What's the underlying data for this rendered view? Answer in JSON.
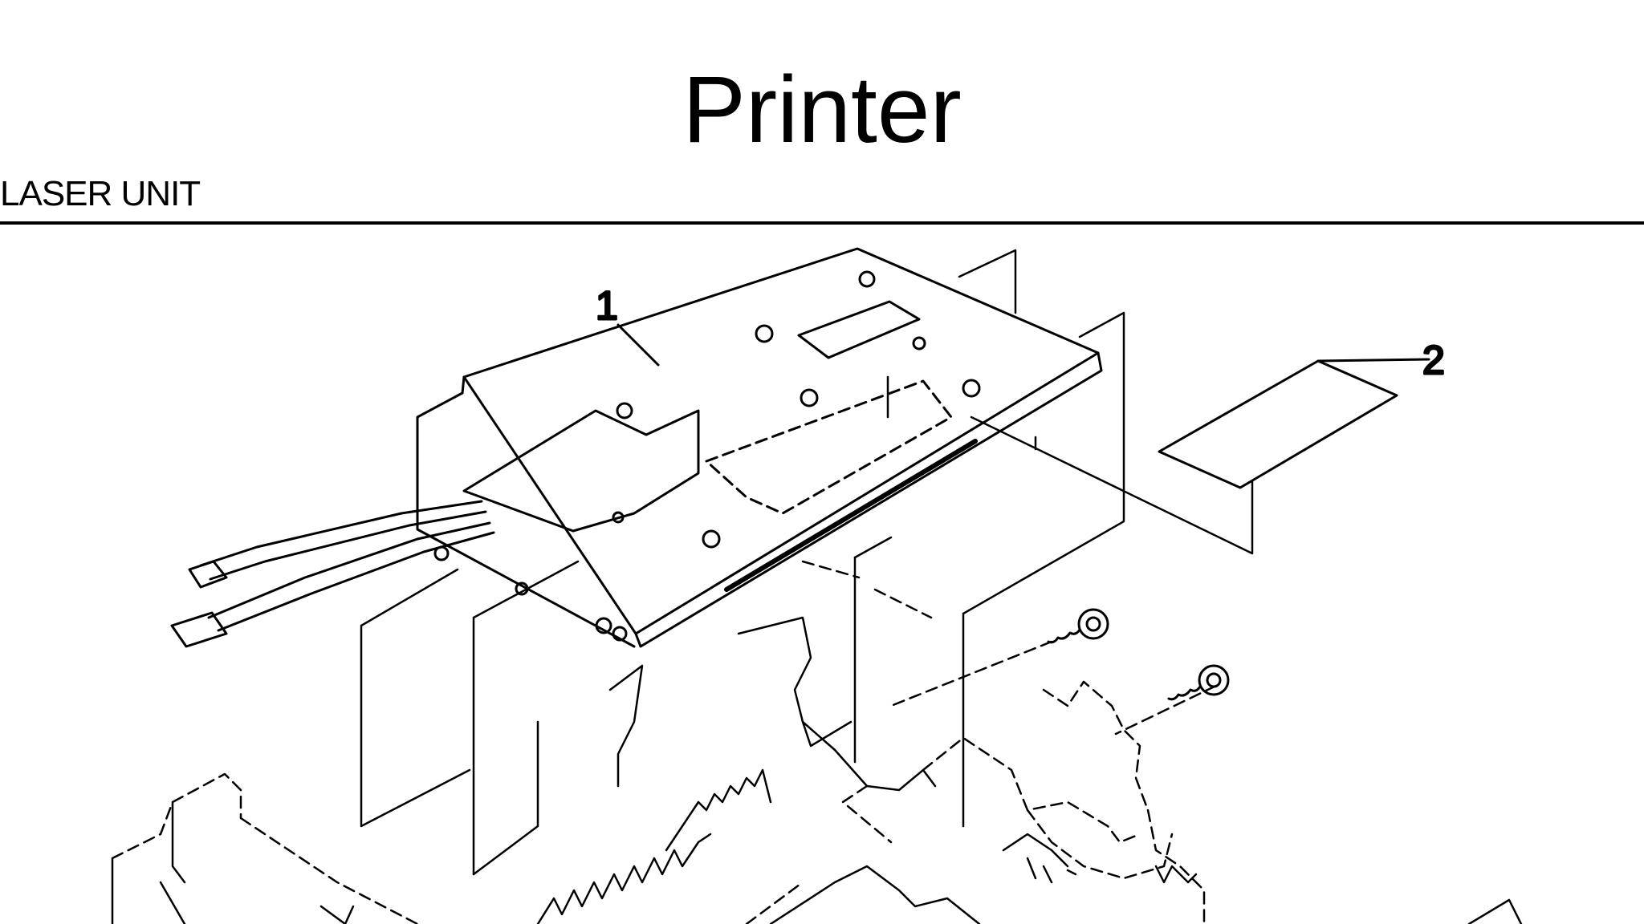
{
  "page_title": "Printer",
  "section_title": "LASER UNIT",
  "callouts": {
    "part_1": "1",
    "part_2": "2"
  }
}
